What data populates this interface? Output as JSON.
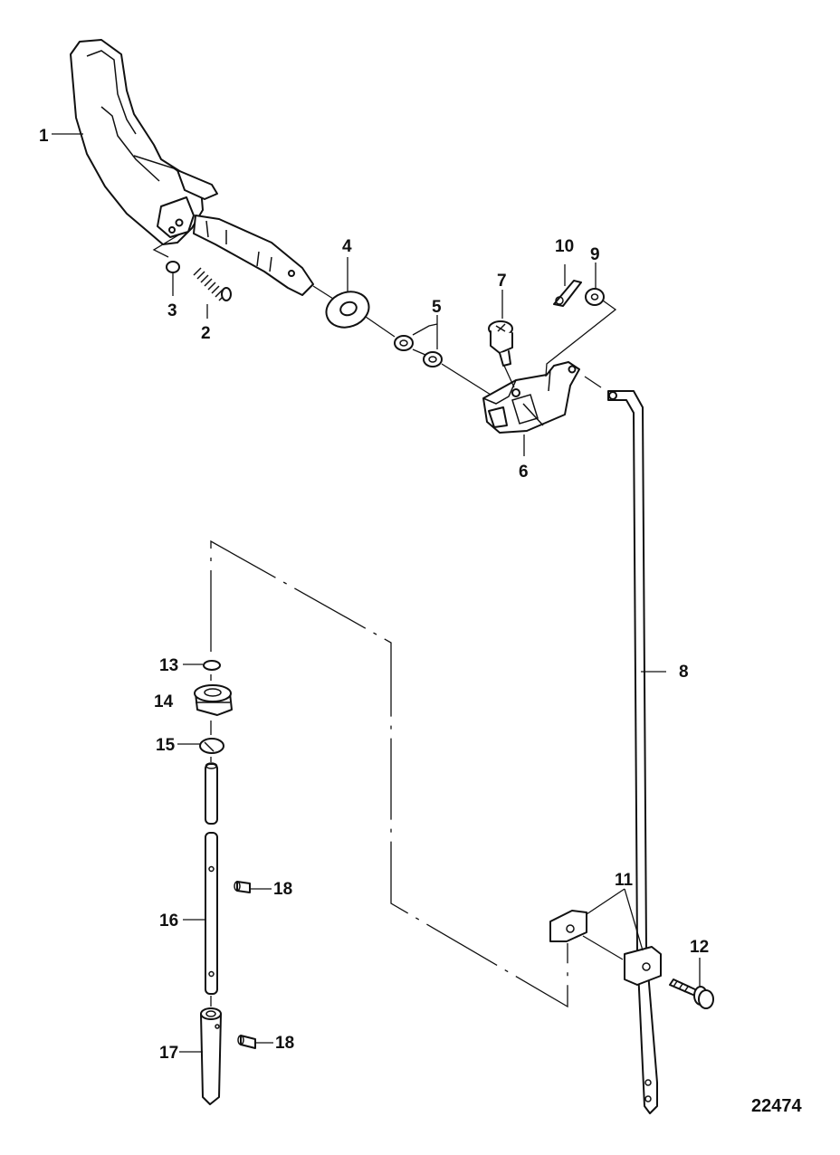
{
  "figure_number": "22474",
  "callouts": [
    {
      "id": "c1",
      "label": "1"
    },
    {
      "id": "c2",
      "label": "2"
    },
    {
      "id": "c3",
      "label": "3"
    },
    {
      "id": "c4",
      "label": "4"
    },
    {
      "id": "c5",
      "label": "5"
    },
    {
      "id": "c6",
      "label": "6"
    },
    {
      "id": "c7",
      "label": "7"
    },
    {
      "id": "c8",
      "label": "8"
    },
    {
      "id": "c9",
      "label": "9"
    },
    {
      "id": "c10",
      "label": "10"
    },
    {
      "id": "c11",
      "label": "11"
    },
    {
      "id": "c12",
      "label": "12"
    },
    {
      "id": "c13",
      "label": "13"
    },
    {
      "id": "c14",
      "label": "14"
    },
    {
      "id": "c15",
      "label": "15"
    },
    {
      "id": "c16",
      "label": "16"
    },
    {
      "id": "c17",
      "label": "17"
    },
    {
      "id": "c18a",
      "label": "18"
    },
    {
      "id": "c18b",
      "label": "18"
    }
  ]
}
